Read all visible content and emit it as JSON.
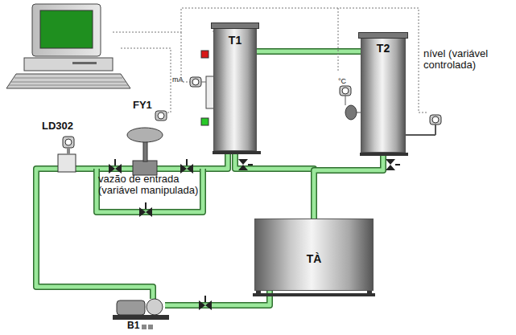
{
  "diagram": {
    "nodes": [
      {
        "text": [
          "T1"
        ]
      },
      {
        "text": [
          "T2"
        ]
      },
      {
        "text": [
          "TÀ"
        ]
      }
    ],
    "edges": [
      {
        "from": 0,
        "to": 1,
        "arrow": "none"
      },
      {
        "from": 0,
        "to": 2,
        "arrow": "none"
      },
      {
        "from": 1,
        "to": 2,
        "arrow": "none"
      }
    ],
    "labels": [
      "LD302",
      "FY1",
      "vazão de entrada (variável manipulada)",
      "mA",
      "°C",
      "nível (variável controlada)",
      "B1"
    ]
  }
}
